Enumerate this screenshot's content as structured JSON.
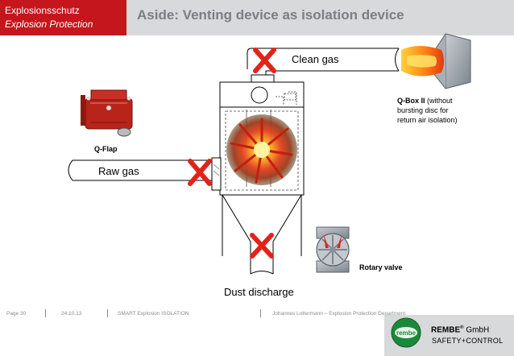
{
  "header": {
    "brand_line1": "Explosionsschutz",
    "brand_line2": "Explosion Protection",
    "title": "Aside: Venting device as isolation device"
  },
  "labels": {
    "clean_gas": "Clean gas",
    "raw_gas": "Raw gas",
    "dust_discharge": "Dust discharge",
    "qflap": "Q-Flap",
    "qbox_bold": "Q-Box II",
    "qbox_line1_rest": " (without",
    "qbox_line2": "bursting disc for",
    "qbox_line3": "return air isolation)",
    "rotary_valve": "Rotary valve"
  },
  "footer": {
    "page": "Page  30",
    "date": "24.10.13",
    "project": "SMART Explosion ISOLATION",
    "author": "Johannes Lottermann – Explosion Protection Department",
    "company": "REMBE",
    "reg": "®",
    "company_suffix": " GmbH",
    "tagline": "SAFETY+CONTROL",
    "logo_text": "rembe"
  },
  "colors": {
    "brand_red": "#c4161c",
    "header_gray": "#d7d9db",
    "title_gray": "#7b7f83",
    "cross_red": "#e2231a",
    "logo_green": "#1a8a3a"
  },
  "icons": [
    "cross-icon",
    "explosion-icon",
    "flame-icon",
    "rembe-logo-icon"
  ]
}
